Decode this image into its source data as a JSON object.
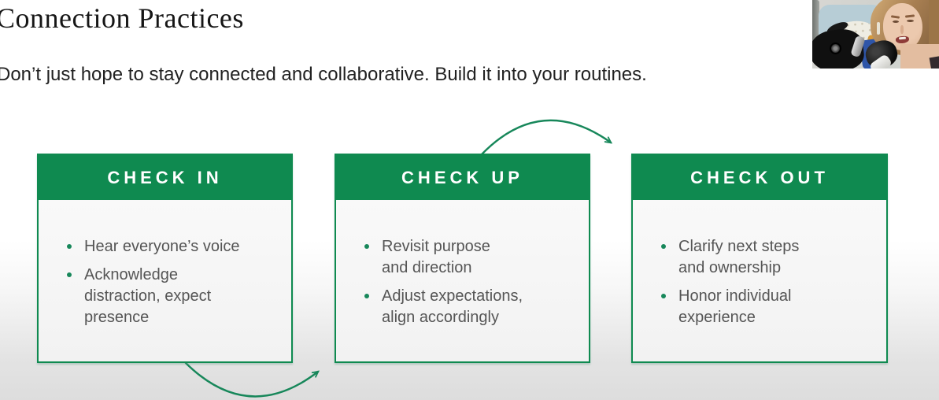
{
  "slide": {
    "title": "Connection Practices",
    "subtitle": "Don’t just hope to stay connected and collaborative. Build it into your routines.",
    "cards": [
      {
        "header": "CHECK IN",
        "bullets": [
          "Hear everyone’s voice",
          "Acknowledge\ndistraction, expect\npresence"
        ]
      },
      {
        "header": "CHECK UP",
        "bullets": [
          "Revisit purpose\nand direction",
          "Adjust expectations,\nalign accordingly"
        ]
      },
      {
        "header": "CHECK OUT",
        "bullets": [
          "Clarify next steps\nand ownership",
          "Honor individual\nexperience"
        ]
      }
    ]
  },
  "colors": {
    "accent_green": "#0f8a50",
    "arrow_green": "#17875a",
    "bullet_text_gray": "#555555",
    "header_text": "#ffffff",
    "background_bottom_gray": "#dddddd"
  },
  "icons": {
    "bullet": "green-dot",
    "arrow_top": "curved-arrow-check-up-to-check-out",
    "arrow_bottom": "curved-arrow-check-in-to-check-up",
    "webcam": "presenter-webcam-thumbnail"
  }
}
